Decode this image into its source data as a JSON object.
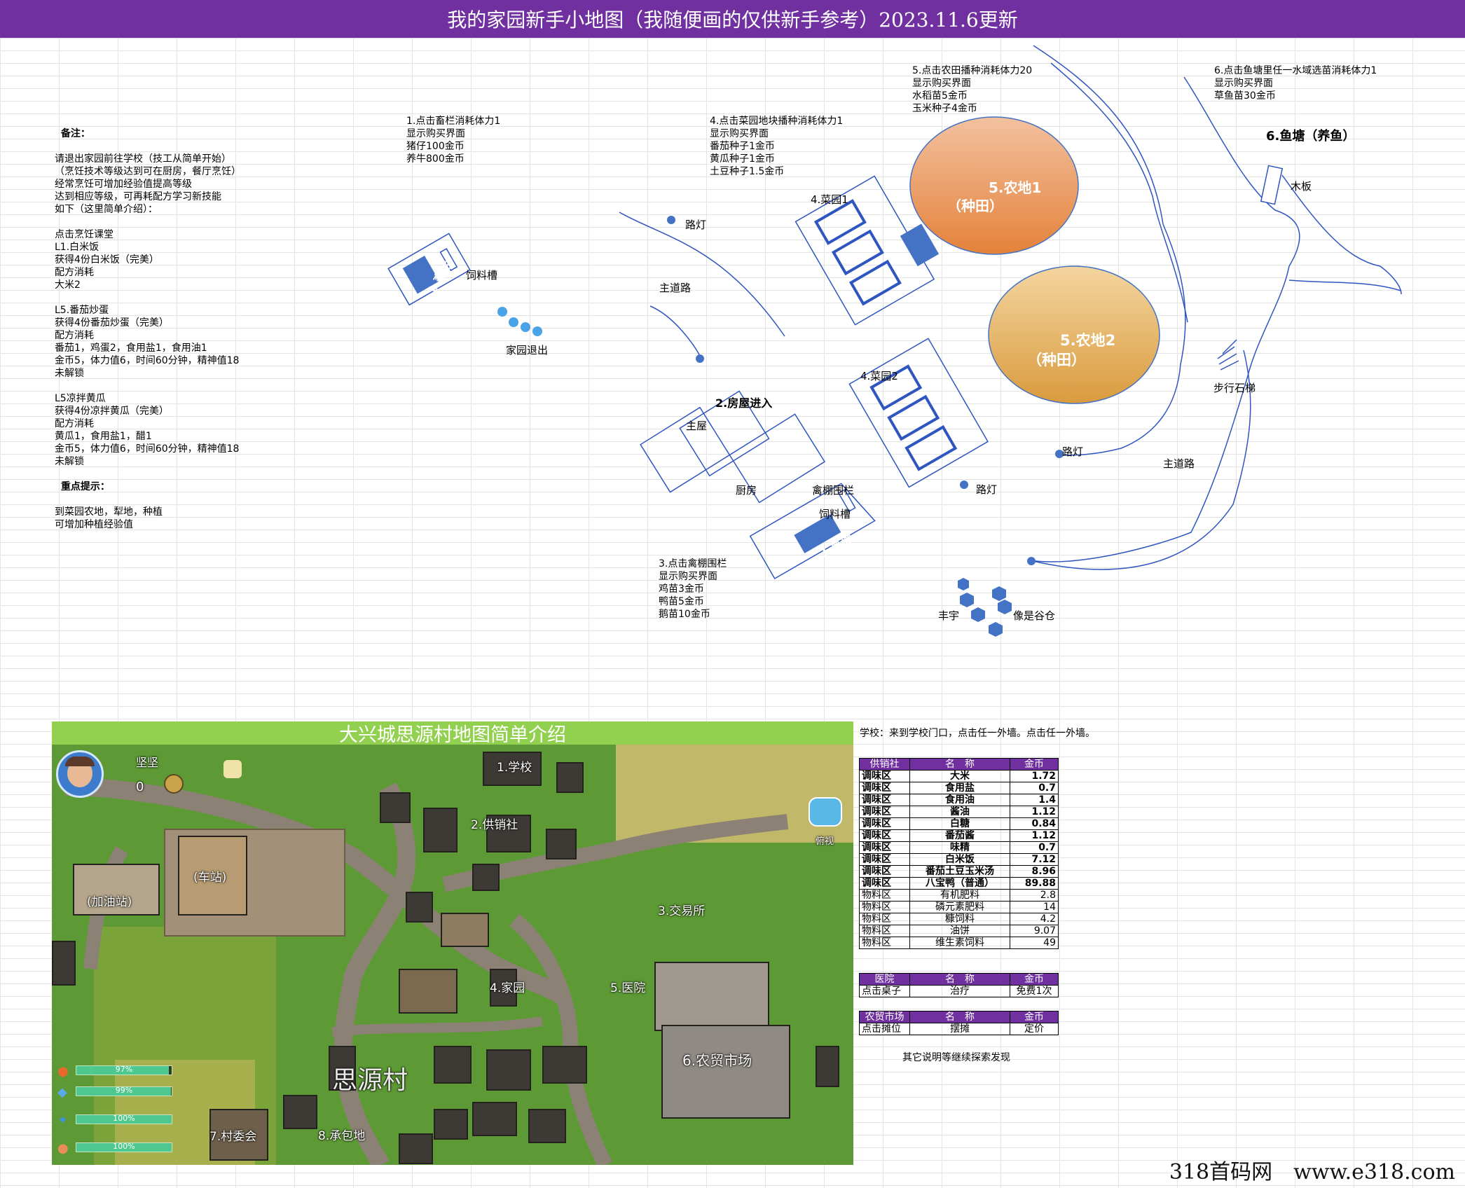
{
  "header": {
    "title": "我的家园新手小地图（我随便画的仅供新手参考）2023.11.6更新"
  },
  "notes": {
    "remark_title": "备注：",
    "remark_lines": "请退出家园前往学校（技工从简单开始）\n（烹饪技术等级达到可在厨房，餐厅烹饪）\n经常烹饪可增加经验值提高等级\n达到相应等级，可再耗配方学习新技能\n如下（这里简单介绍）：\n\n点击烹饪课堂\nL1.白米饭\n获得4份白米饭（完美）\n配方消耗\n大米2\n\nL5.番茄炒蛋\n获得4份番茄炒蛋（完美）\n配方消耗\n番茄1，鸡蛋2，食用盐1，食用油1\n金币5，体力值6，时间60分钟，精神值18\n未解锁\n\nL5凉拌黄瓜\n获得4份凉拌黄瓜（完美）\n配方消耗\n黄瓜1，食用盐1，醋1\n金币5，体力值6，时间60分钟，精神值18\n未解锁",
    "key_title": "重点提示：",
    "key_lines": "到菜园农地，犁地，种植\n可增加种植经验值",
    "livestock": "1.点击畜栏消耗体力1\n显示购买界面\n猪仔100金币\n养牛800金币",
    "garden": "4.点击菜园地块播种消耗体力1\n显示购买界面\n番茄种子1金币\n黄瓜种子1金币\n土豆种子1.5金币",
    "farmland": "5.点击农田播种消耗体力20\n显示购买界面\n水稻苗5金币\n玉米种子4金币",
    "pond": "6.点击鱼塘里任一水域选苗消耗体力1\n显示购买界面\n草鱼苗30金币",
    "poultry": "3.点击禽棚围栏\n显示购买界面\n鸡苗3金币\n鸭苗5金币\n鹅苗10金币"
  },
  "sketch": {
    "pen_label": "1.畜栏",
    "trough1": "饲料槽",
    "exit": "家园退出",
    "lamp": "路灯",
    "main_road": "主道路",
    "house_enter": "2.房屋进入",
    "main_house": "主屋",
    "kitchen": "厨房",
    "poultry_fence": "禽棚围栏",
    "trough2": "饲料槽",
    "poultry_shed": "3.禽棚",
    "garden1": "4.菜园1",
    "garden2": "4.菜园2",
    "farm1_a": "5.农地1",
    "farm1_b": "（种田）",
    "farm2_a": "5.农地2",
    "farm2_b": "（种田）",
    "pond_title": "6.鱼塘（养鱼）",
    "plank": "木板",
    "steps": "步行石梯",
    "fengyu": "丰宇",
    "granary": "像是谷仓"
  },
  "game_map": {
    "title": "大兴城思源村地图简单介绍",
    "player_name": "坚坚",
    "coins": "0",
    "view_btn": "俯视",
    "village": "思源村",
    "places": {
      "school": "1.学校",
      "coop": "2.供销社",
      "station": "(车站)",
      "gas": "(加油站)",
      "trade": "3.交易所",
      "home": "4.家园",
      "hospital": "5.医院",
      "market": "6.农贸市场",
      "committee": "7.村委会",
      "contract": "8.承包地"
    },
    "stats": [
      {
        "icon": "food-icon",
        "value": 0.97,
        "label": "97%"
      },
      {
        "icon": "water-drop-icon",
        "value": 0.99,
        "label": "99%"
      },
      {
        "icon": "energy-icon",
        "value": 1.0,
        "label": "100%"
      },
      {
        "icon": "mood-icon",
        "value": 1.0,
        "label": "100%"
      }
    ]
  },
  "info": {
    "school_note": "学校：来到学校门口，点击任一外墙。点击任一外墙。",
    "other_note": "其它说明等继续探索发现"
  },
  "coop_table": {
    "headers": [
      "供销社",
      "名　称",
      "金币"
    ],
    "rows": [
      [
        "调味区",
        "大米",
        "1.72"
      ],
      [
        "调味区",
        "食用盐",
        "0.7"
      ],
      [
        "调味区",
        "食用油",
        "1.4"
      ],
      [
        "调味区",
        "酱油",
        "1.12"
      ],
      [
        "调味区",
        "白糖",
        "0.84"
      ],
      [
        "调味区",
        "番茄酱",
        "1.12"
      ],
      [
        "调味区",
        "味精",
        "0.7"
      ],
      [
        "调味区",
        "白米饭",
        "7.12"
      ],
      [
        "调味区",
        "番茄土豆玉米汤",
        "8.96"
      ],
      [
        "调味区",
        "八宝鸭（普通）",
        "89.88"
      ],
      [
        "物料区",
        "有机肥料",
        "2.8"
      ],
      [
        "物料区",
        "磷元素肥料",
        "14"
      ],
      [
        "物料区",
        "糠饲料",
        "4.2"
      ],
      [
        "物料区",
        "油饼",
        "9.07"
      ],
      [
        "物料区",
        "维生素饲料",
        "49"
      ]
    ]
  },
  "hospital_table": {
    "headers": [
      "医院",
      "名　称",
      "金币"
    ],
    "row": [
      "点击桌子",
      "治疗",
      "免费1次"
    ]
  },
  "market_table": {
    "headers": [
      "农贸市场",
      "名　称",
      "金币"
    ],
    "row": [
      "点击摊位",
      "摆摊",
      "定价"
    ]
  },
  "watermark": "318首码网　www.e318.com",
  "colors": {
    "header": "#7030a0",
    "map_title": "#92d050",
    "blue": "#4472c4",
    "farm_orange": "#e98b3a",
    "farm_tan": "#e6a94d"
  }
}
